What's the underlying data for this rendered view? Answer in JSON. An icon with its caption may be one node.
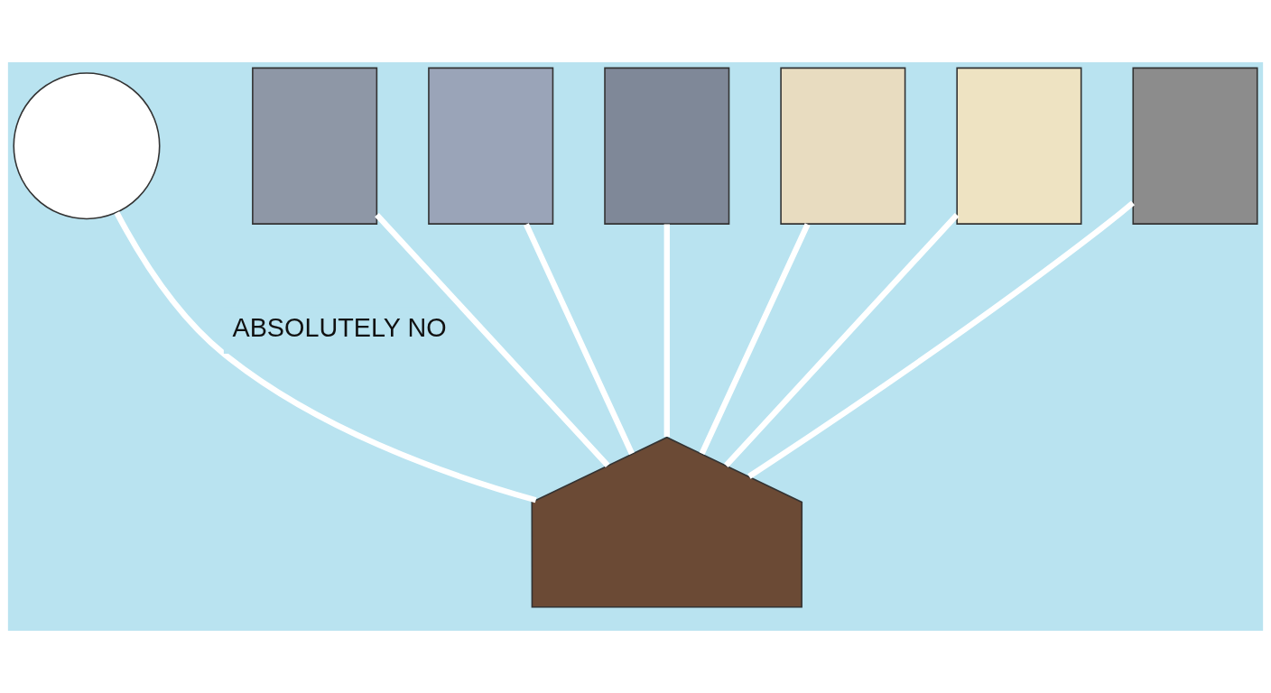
{
  "diagram": {
    "nodes": [
      {
        "text": [],
        "shape": "circle"
      },
      {
        "text": [],
        "shape": "box"
      },
      {
        "text": [],
        "shape": "box"
      },
      {
        "text": [],
        "shape": "box"
      },
      {
        "text": [],
        "shape": "box"
      },
      {
        "text": [],
        "shape": "house"
      },
      {
        "text": [],
        "shape": "box"
      },
      {
        "text": [],
        "shape": "box"
      }
    ],
    "edges": [
      {
        "from": 0,
        "to": 5,
        "arrow": "none",
        "label": "ABSOLUTELY NO"
      },
      {
        "from": 1,
        "to": 5,
        "arrow": "none"
      },
      {
        "from": 2,
        "to": 5,
        "arrow": "none"
      },
      {
        "from": 3,
        "to": 5,
        "arrow": "none"
      },
      {
        "from": 4,
        "to": 5,
        "arrow": "none"
      },
      {
        "from": 6,
        "to": 5,
        "arrow": "none"
      },
      {
        "from": 7,
        "to": 5,
        "arrow": "none"
      }
    ]
  }
}
